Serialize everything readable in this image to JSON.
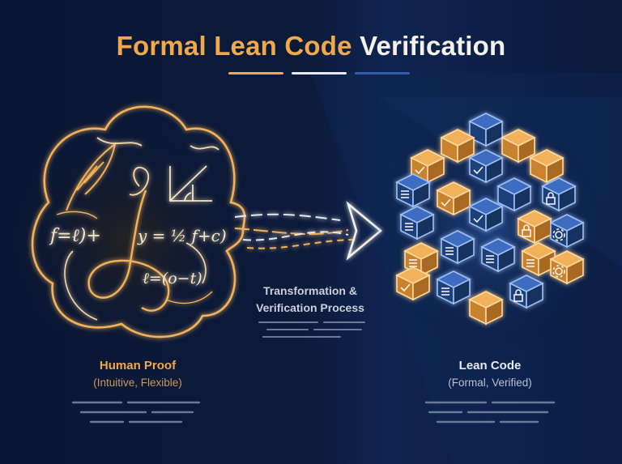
{
  "title": {
    "part1": "Formal Lean Code",
    "part2": "Verification"
  },
  "left": {
    "title": "Human Proof",
    "subtitle": "(Intuitive, Flexible)",
    "formulas": [
      "f=ℓ)+",
      "y = ½ f+c)",
      "ℓ=(o−t)"
    ]
  },
  "middle": {
    "line1": "Transformation &",
    "line2": "Verification Process"
  },
  "right": {
    "title": "Lean Code",
    "subtitle": "(Formal, Verified)"
  },
  "colors": {
    "accent_orange": "#f0a94a",
    "accent_blue": "#2f5fa8",
    "background": "#0b1734",
    "text_light": "#f4f1ea"
  }
}
